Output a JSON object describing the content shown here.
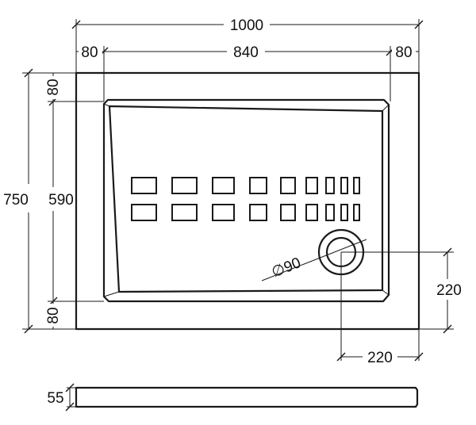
{
  "dimensions": {
    "overall_width": "1000",
    "side_margin_left": "80",
    "inner_width": "840",
    "side_margin_right": "80",
    "top_margin": "80",
    "overall_length": "750",
    "inner_length": "590",
    "bottom_margin": "80",
    "drain_diameter": "∅90",
    "drain_offset_vertical": "220",
    "drain_offset_horizontal": "220",
    "tray_height": "55"
  },
  "colors": {
    "line": "#1a1a1a",
    "background": "#ffffff"
  }
}
